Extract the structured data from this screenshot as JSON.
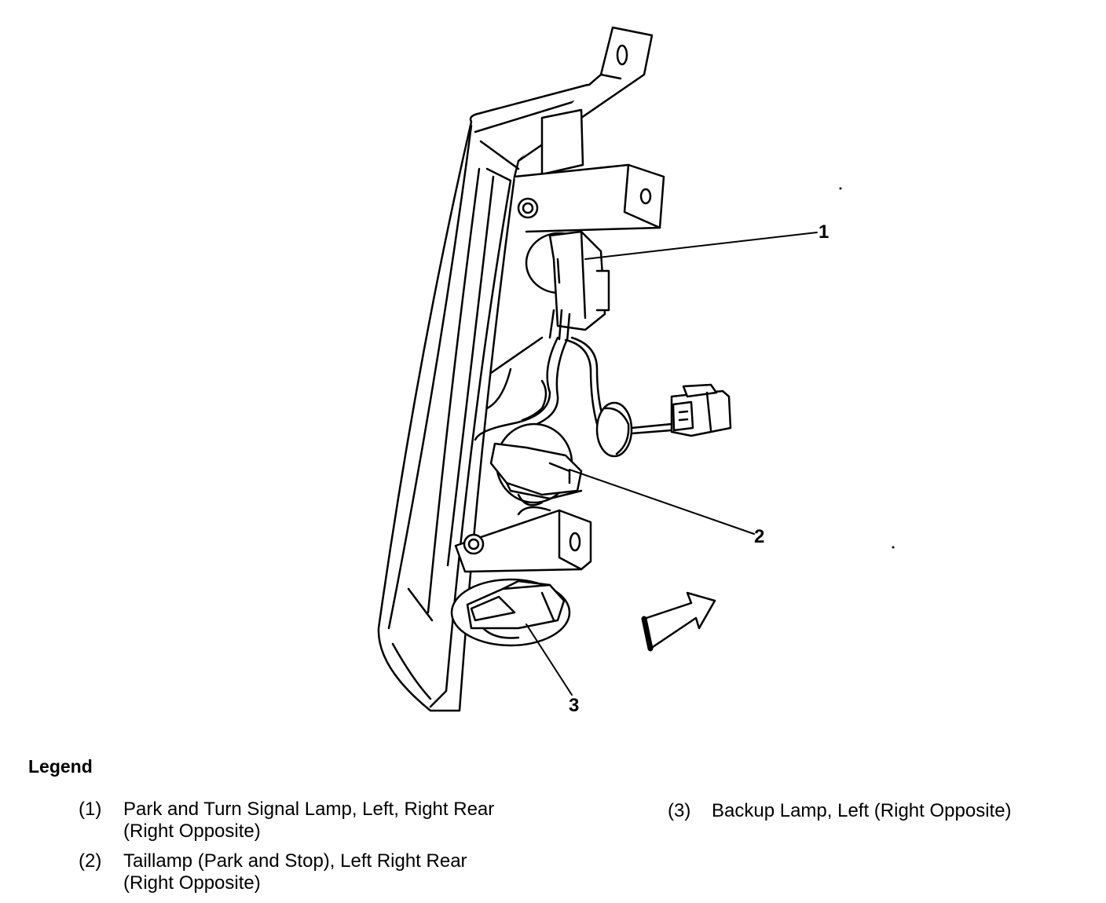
{
  "callouts": [
    "1",
    "2",
    "3"
  ],
  "legend": {
    "title": "Legend",
    "items": [
      {
        "num": "(1)",
        "line1": "Park and Turn Signal Lamp, Left, Right Rear",
        "line2": "(Right Opposite)"
      },
      {
        "num": "(2)",
        "line1": "Taillamp (Park and Stop), Left Right Rear",
        "line2": "(Right Opposite)"
      },
      {
        "num": "(3)",
        "line1": "Backup Lamp, Left (Right Opposite)"
      }
    ]
  },
  "colors": {
    "ink": "#000000",
    "background": "#ffffff"
  }
}
